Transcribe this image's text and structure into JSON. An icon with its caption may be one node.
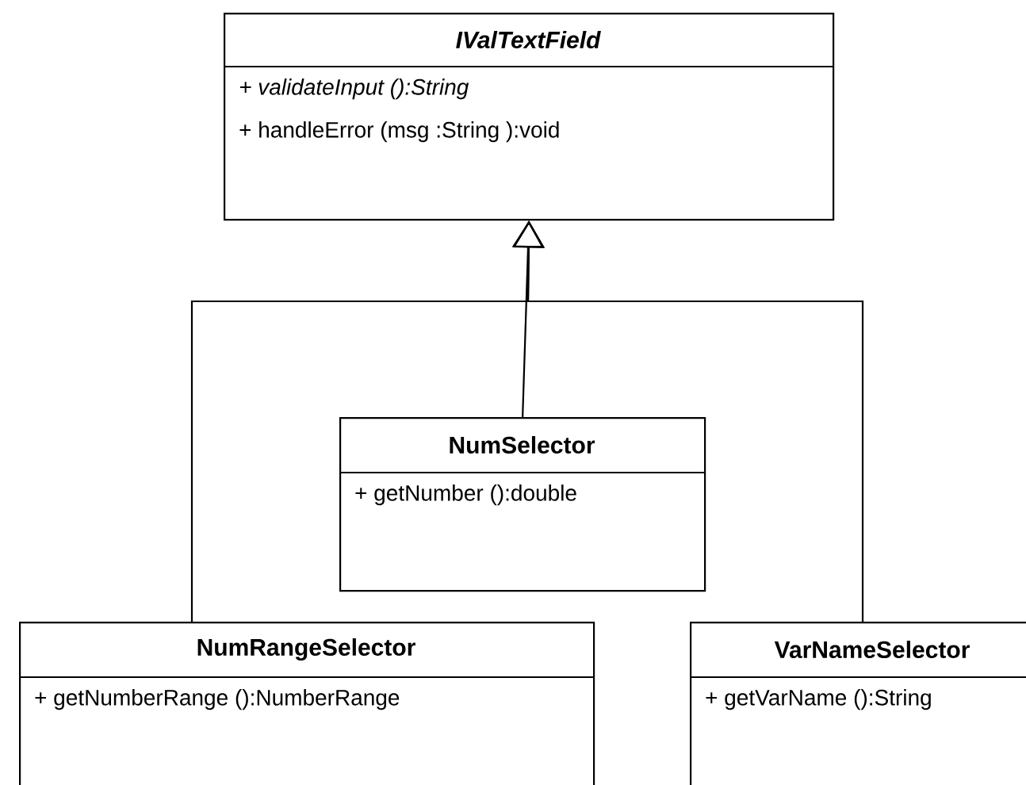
{
  "diagram": {
    "nodes": [
      {
        "text": [
          "IValTextField",
          "+ validateInput ():String",
          "+ handleError (msg :String ):void"
        ]
      },
      {
        "text": [
          "NumSelector",
          "+ getNumber ():double"
        ]
      },
      {
        "text": [
          "NumRangeSelector",
          "+ getNumberRange ():NumberRange"
        ]
      },
      {
        "text": [
          "VarNameSelector",
          "+ getVarName ():String"
        ]
      }
    ],
    "edges": [
      {
        "from": 1,
        "to": 0,
        "arrow": "to"
      },
      {
        "from": 2,
        "to": 0,
        "arrow": "to"
      },
      {
        "from": 3,
        "to": 0,
        "arrow": "to"
      }
    ]
  }
}
